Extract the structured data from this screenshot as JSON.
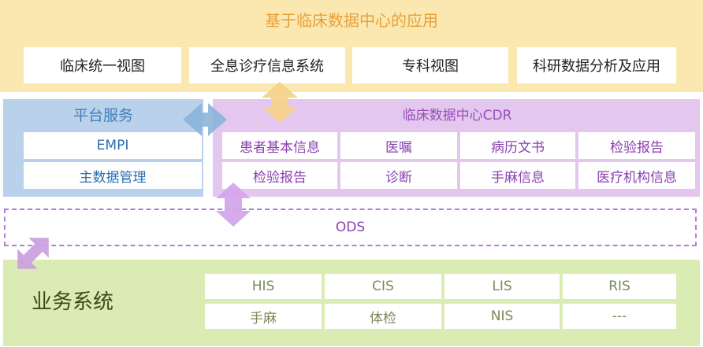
{
  "application_layer": {
    "title": "基于临床数据中心的应用",
    "items": [
      "临床统一视图",
      "全息诊疗信息系统",
      "专科视图",
      "科研数据分析及应用"
    ]
  },
  "platform_services": {
    "title": "平台服务",
    "items": [
      "EMPI",
      "主数据管理"
    ]
  },
  "cdr": {
    "title": "临床数据中心CDR",
    "items": [
      "患者基本信息",
      "医嘱",
      "病历文书",
      "检验报告",
      "检验报告",
      "诊断",
      "手麻信息",
      "医疗机构信息"
    ]
  },
  "ods": {
    "label": "ODS"
  },
  "business_systems": {
    "title": "业务系统",
    "items": [
      "HIS",
      "CIS",
      "LIS",
      "RIS",
      "手麻",
      "体检",
      "NIS",
      "---"
    ]
  },
  "colors": {
    "application_bg": "#fbe8b0",
    "platform_bg": "#b9d1ea",
    "cdr_bg": "#e3c7ee",
    "business_bg": "#dbebb4",
    "ods_border": "#b57bd8"
  }
}
